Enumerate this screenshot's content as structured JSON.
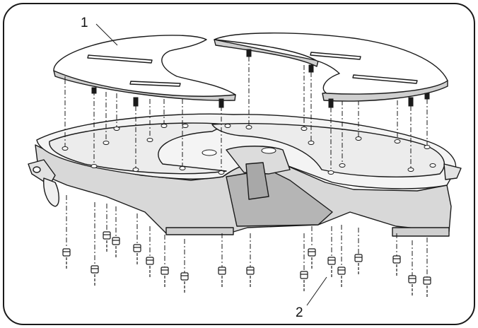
{
  "figure": {
    "callouts": [
      {
        "id": "1",
        "label": "1",
        "part": "top-plate-halves"
      },
      {
        "id": "2",
        "label": "2",
        "part": "base-frame-with-bolts"
      }
    ]
  },
  "colors": {
    "frame_border": "#1a1a1a",
    "line": "#1a1a1a",
    "fill": "#ffffff",
    "shade_light": "#e8e8e8",
    "shade_mid": "#cfcfcf",
    "shade_dark": "#9a9a9a"
  }
}
